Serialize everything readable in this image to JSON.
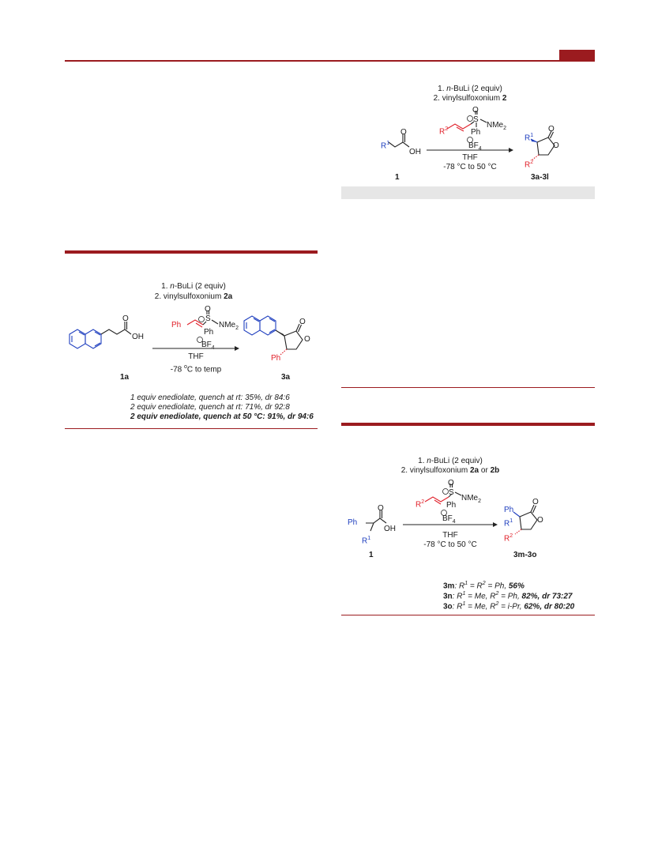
{
  "header": {
    "rule_color": "#9b1b1f"
  },
  "scheme_top_right": {
    "step1_num": "1. ",
    "step1_reagent": "n",
    "step1_rest": "-BuLi (2 equiv)",
    "step2_pre": "2. vinylsulfoxonium ",
    "step2_bold": "2",
    "reagent_r2": "R",
    "reagent_r2_sup": "2",
    "reagent_s": "S",
    "reagent_o": "O",
    "reagent_nme2": "NMe",
    "reagent_nme2_sub": "2",
    "reagent_ph": "Ph",
    "reagent_bf4": "BF",
    "reagent_bf4_sub": "4",
    "sm_r1": "R",
    "sm_r1_sup": "1",
    "sm_o": "O",
    "sm_oh": "OH",
    "solvent": "THF",
    "conditions": "-78 °C to 50 °C",
    "sm_label": "1",
    "prod_r1": "R",
    "prod_r1_sup": "1",
    "prod_r2": "R",
    "prod_r2_sup": "2",
    "prod_o1": "O",
    "prod_o2": "O",
    "prod_label": "3a-3l"
  },
  "scheme_left": {
    "step1_num": "1. ",
    "step1_reagent": "n",
    "step1_rest": "-BuLi (2 equiv)",
    "step2_pre": "2. vinylsulfoxonium ",
    "step2_bold": "2a",
    "reagent_ph_vinyl": "Ph",
    "reagent_s": "S",
    "reagent_o": "O",
    "reagent_nme2": "NMe",
    "reagent_nme2_sub": "2",
    "reagent_ph": "Ph",
    "reagent_bf4": "BF",
    "reagent_bf4_sub": "4",
    "sm_o": "O",
    "sm_oh": "OH",
    "solvent": "THF",
    "conditions_pre": "-78 ",
    "conditions_sup": "o",
    "conditions_post": "C to temp",
    "sm_label": "1a",
    "prod_o1": "O",
    "prod_o2": "O",
    "prod_ph": "Ph",
    "prod_label": "3a",
    "results": [
      "1 equiv enediolate, quench at rt: 35%, dr 84:6",
      "2 equiv enediolate, quench at rt: 71%, dr 92:8",
      "2 equiv enediolate, quench at 50 °C: 91%, dr 94:6"
    ]
  },
  "scheme_bottom_right": {
    "step1_num": "1. ",
    "step1_reagent": "n",
    "step1_rest": "-BuLi (2 equiv)",
    "step2_pre": "2. vinylsulfoxonium ",
    "step2_b1": "2a",
    "step2_or": " or ",
    "step2_b2": "2b",
    "reagent_r2": "R",
    "reagent_r2_sup": "2",
    "reagent_s": "S",
    "reagent_o": "O",
    "reagent_nme2": "NMe",
    "reagent_nme2_sub": "2",
    "reagent_ph": "Ph",
    "reagent_bf4": "BF",
    "reagent_bf4_sub": "4",
    "sm_ph": "Ph",
    "sm_r1": "R",
    "sm_r1_sup": "1",
    "sm_o": "O",
    "sm_oh": "OH",
    "solvent": "THF",
    "conditions": "-78  °C to 50 °C",
    "sm_label": "1",
    "prod_ph": "Ph",
    "prod_r1": "R",
    "prod_r1_sup": "1",
    "prod_r2": "R",
    "prod_r2_sup": "2",
    "prod_o1": "O",
    "prod_o2": "O",
    "prod_label": "3m-3o",
    "results": [
      {
        "id": "3m",
        "sep": ": ",
        "a": "R",
        "a_sup": "1",
        "mid": " = R",
        "b_sup": "2",
        "rest": " = Ph, ",
        "bold": "56%"
      },
      {
        "id": "3n",
        "sep": ": ",
        "a": "R",
        "a_sup": "1",
        "mid": " = Me, R",
        "b_sup": "2",
        "rest": " = Ph, ",
        "bold": "82%, dr 73:27"
      },
      {
        "id": "3o",
        "sep": ": ",
        "a": "R",
        "a_sup": "1",
        "mid": " = Me, R",
        "b_sup": "2",
        "rest": " = i-Pr, ",
        "bold": "62%, dr 80:20"
      }
    ]
  }
}
